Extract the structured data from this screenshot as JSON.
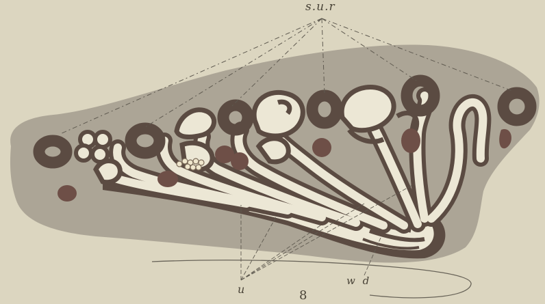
{
  "labels": {
    "top": "s.u.r",
    "bottom_left": "u",
    "bottom_right": "w d",
    "figure_number": "8"
  },
  "colors": {
    "paper": "#dcd6c0",
    "section_tissue": "#aca596",
    "tubule_wall": "#5b4b42",
    "lumen": "#ece7d5",
    "dark_nodules": "#6e4f47",
    "leader_lines": "#5f5a50"
  }
}
